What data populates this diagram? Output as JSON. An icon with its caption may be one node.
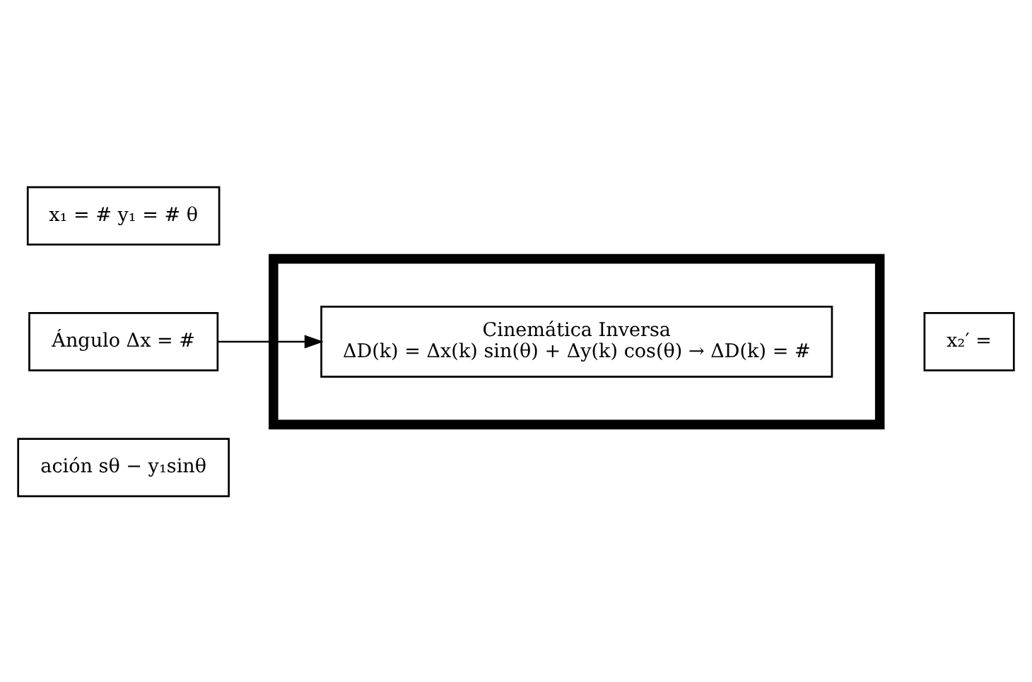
{
  "diagram": {
    "nodes": [
      {
        "text": [
          "x₁ = # y₁ = # θ"
        ]
      },
      {
        "text": [
          "Ángulo Δx = #"
        ]
      },
      {
        "text": [],
        "shape": "box"
      },
      {
        "text": [
          "Cinemática Inversa",
          "ΔD(k) = Δx(k) sin(θ) + Δy(k) cos(θ) → ΔD(k) = #"
        ],
        "in": 2
      },
      {
        "text": [
          "ación sθ − y₁sinθ"
        ]
      },
      {
        "text": [
          "x₂′ ="
        ]
      }
    ],
    "edges": [
      {
        "from": 1,
        "to": 3,
        "arrow": "to"
      }
    ]
  }
}
